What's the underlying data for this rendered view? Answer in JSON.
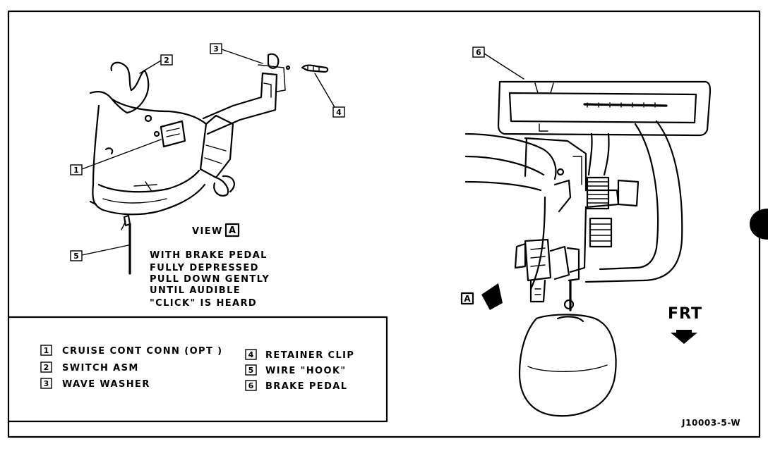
{
  "view_a": {
    "view_label": "VIEW",
    "view_letter": "A",
    "note_lines": [
      "WITH BRAKE PEDAL",
      "FULLY DEPRESSED",
      "PULL DOWN GENTLY",
      "UNTIL AUDIBLE",
      "\"CLICK\" IS HEARD"
    ],
    "callouts": [
      "1",
      "2",
      "3",
      "4",
      "5"
    ]
  },
  "pedal_view": {
    "callout": "6",
    "view_marker": "A",
    "front_label": "FRT"
  },
  "legend": [
    {
      "num": "1",
      "label": "CRUISE CONT  CONN  (OPT )"
    },
    {
      "num": "2",
      "label": "SWITCH ASM"
    },
    {
      "num": "3",
      "label": "WAVE WASHER"
    },
    {
      "num": "4",
      "label": "RETAINER CLIP"
    },
    {
      "num": "5",
      "label": "WIRE \"HOOK\""
    },
    {
      "num": "6",
      "label": "BRAKE PEDAL"
    }
  ],
  "figure_code": "J10003-5-W",
  "colors": {
    "ink": "#000000",
    "paper": "#ffffff"
  }
}
